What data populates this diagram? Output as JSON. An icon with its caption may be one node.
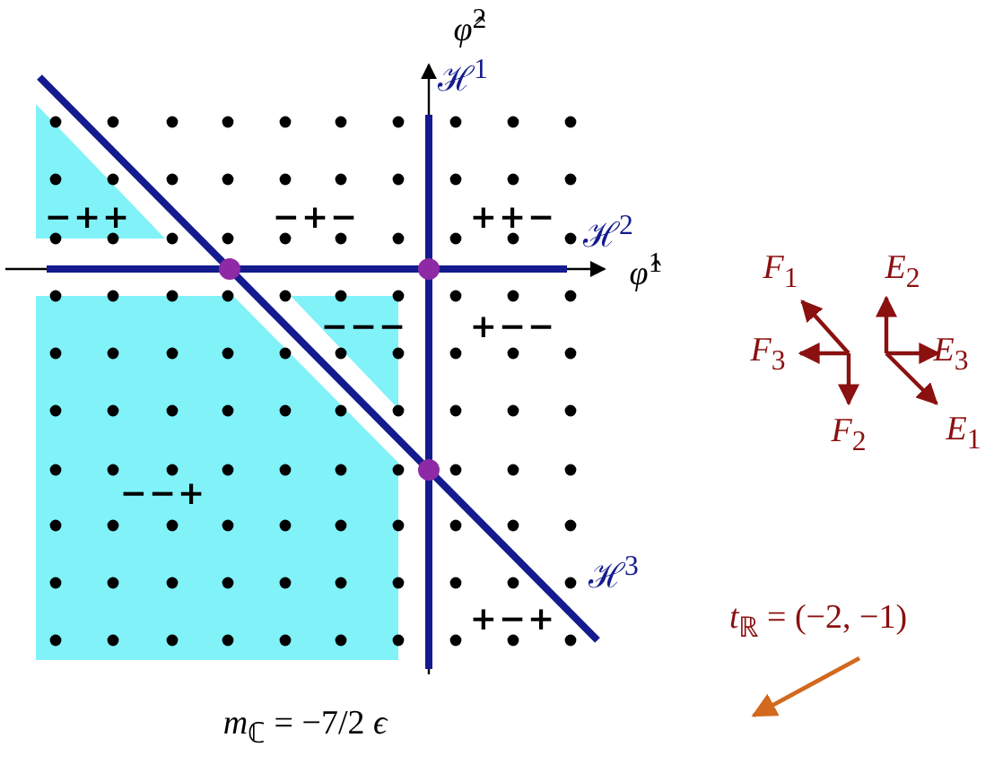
{
  "diagram": {
    "labels": [
      "*φ̂*$^{2}$",
      "ℋ$^{1}$",
      "−++",
      "−+−",
      "++−",
      "ℋ$^{2}$",
      "*φ̂*$^{1}$",
      "*F*$_{1}$",
      "*E*$_{2}$",
      "−−−",
      "+−−",
      "*F*$_{3}$",
      "*E*$_{3}$",
      "*F*$_{2}$",
      "*E*$_{1}$",
      "−−+",
      "ℋ$^{3}$",
      "+−+",
      "*t*$_{ℝ}$ = (−2, −1)",
      "*m*$_{ℂ}$ = −7/2 *ϵ*"
    ]
  }
}
